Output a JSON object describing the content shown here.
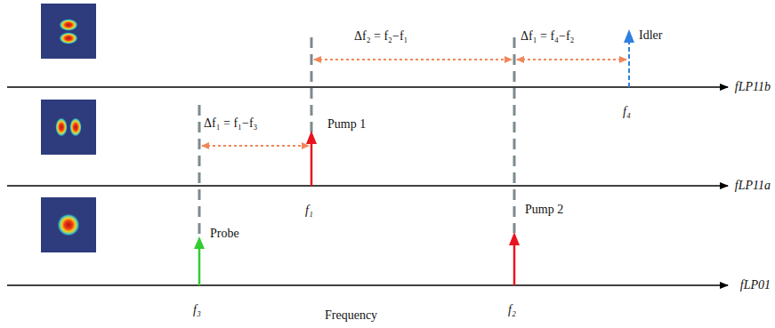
{
  "diagram": {
    "labels": [
      "Δf₂ = f₂−f₁",
      "Δf₁ = f₄−f₂",
      "Idler",
      "fLP11b",
      "f₄",
      "Δf₁ = f₁−f₃",
      "Pump 1",
      "fLP11a",
      "f₁",
      "Probe",
      "Pump 2",
      "fLP01",
      "f₃",
      "f₂",
      "Frequency"
    ]
  }
}
